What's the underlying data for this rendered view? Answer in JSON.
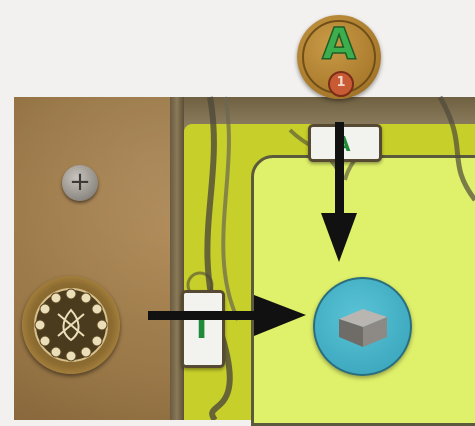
{
  "screen": {
    "token": {
      "letter": "A",
      "number": "1",
      "name": "tile-token-a1"
    },
    "slots": {
      "top_letter": "A",
      "left_letter": "I"
    },
    "resource": {
      "name": "stone-resource"
    },
    "colors": {
      "board": "#9a7848",
      "panel_lime": "#dff06a",
      "panel_outer": "#c7cf2a",
      "token_gold": "#b68634",
      "letter_green": "#3cae4e",
      "resource_teal": "#3ea9bf",
      "arrow": "#111111"
    }
  }
}
